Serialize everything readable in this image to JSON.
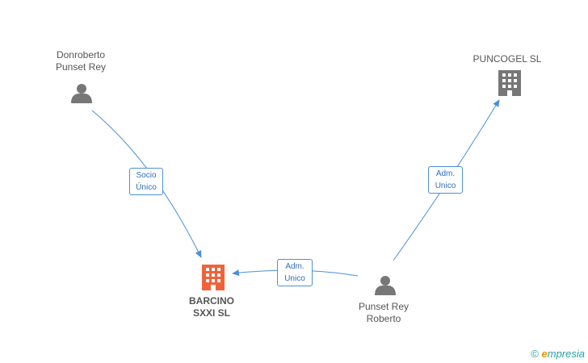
{
  "colors": {
    "edge": "#4a90d9",
    "person": "#777777",
    "company": "#777777",
    "main_company": "#f2623a"
  },
  "nodes": {
    "donroberto": {
      "line1": "Donroberto",
      "line2": "Punset Rey",
      "icon": "person-icon"
    },
    "puncogel": {
      "line1": "PUNCOGEL SL",
      "icon": "building-icon"
    },
    "barcino": {
      "line1": "BARCINO",
      "line2": "SXXI SL",
      "icon": "building-icon"
    },
    "punset": {
      "line1": "Punset Rey",
      "line2": "Roberto",
      "icon": "person-icon"
    }
  },
  "edges": {
    "socio": {
      "line1": "Socio",
      "line2": "Único"
    },
    "adm_puncogel": {
      "line1": "Adm.",
      "line2": "Unico"
    },
    "adm_barcino": {
      "line1": "Adm.",
      "line2": "Unico"
    }
  },
  "footer": {
    "copyright": "©",
    "brand_initial": "e",
    "brand_rest": "mpresia"
  }
}
